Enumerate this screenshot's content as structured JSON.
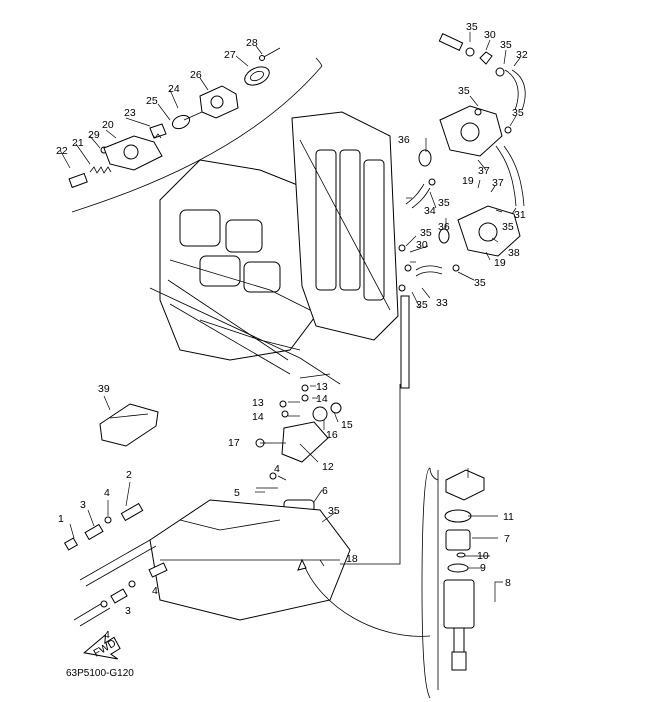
{
  "diagram_code": "63P5100-G120",
  "fwd_label": "FWD",
  "callouts": {
    "c1": "1",
    "c2": "2",
    "c3": "3",
    "c4a": "4",
    "c4b": "4",
    "c4c": "4",
    "c4d": "4",
    "c3b": "3",
    "c5": "5",
    "c6": "6",
    "c7": "7",
    "c8": "8",
    "c9": "9",
    "c10": "10",
    "c11": "11",
    "c12": "12",
    "c13a": "13",
    "c13b": "13",
    "c14a": "14",
    "c14b": "14",
    "c15": "15",
    "c16": "16",
    "c17": "17",
    "c18": "18",
    "c19a": "19",
    "c19b": "19",
    "c20": "20",
    "c21": "21",
    "c22": "22",
    "c23": "23",
    "c24": "24",
    "c25": "25",
    "c26": "26",
    "c27": "27",
    "c28": "28",
    "c29": "29",
    "c30a": "30",
    "c30b": "30",
    "c31": "31",
    "c32": "32",
    "c33": "33",
    "c34": "34",
    "c35a": "35",
    "c35b": "35",
    "c35c": "35",
    "c35d": "35",
    "c35e": "35",
    "c35f": "35",
    "c35g": "35",
    "c35h": "35",
    "c35i": "35",
    "c36a": "36",
    "c36b": "36",
    "c37a": "37",
    "c37b": "37",
    "c38": "38",
    "c39": "39"
  }
}
